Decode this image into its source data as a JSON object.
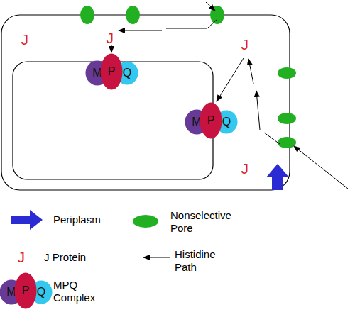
{
  "diagram": {
    "nodes": [
      {
        "text": [
          "M"
        ]
      },
      {
        "text": [
          "P"
        ]
      },
      {
        "text": [
          "Q"
        ]
      },
      {
        "text": [
          "M"
        ]
      },
      {
        "text": [
          "P"
        ]
      },
      {
        "text": [
          "Q"
        ]
      },
      {
        "text": [
          "M"
        ]
      },
      {
        "text": [
          "P"
        ]
      },
      {
        "text": [
          "Q"
        ]
      }
    ],
    "labels": [
      "J",
      "J",
      "J",
      "J",
      "J"
    ],
    "legend": [
      {
        "text": "Periplasm",
        "color": "#2b2bd4"
      },
      {
        "text": "Nonselective Pore",
        "color": "#22b022"
      },
      {
        "text": "J Protein"
      },
      {
        "text": "Histidine Path"
      },
      {
        "text": "MPQ Complex"
      }
    ]
  }
}
